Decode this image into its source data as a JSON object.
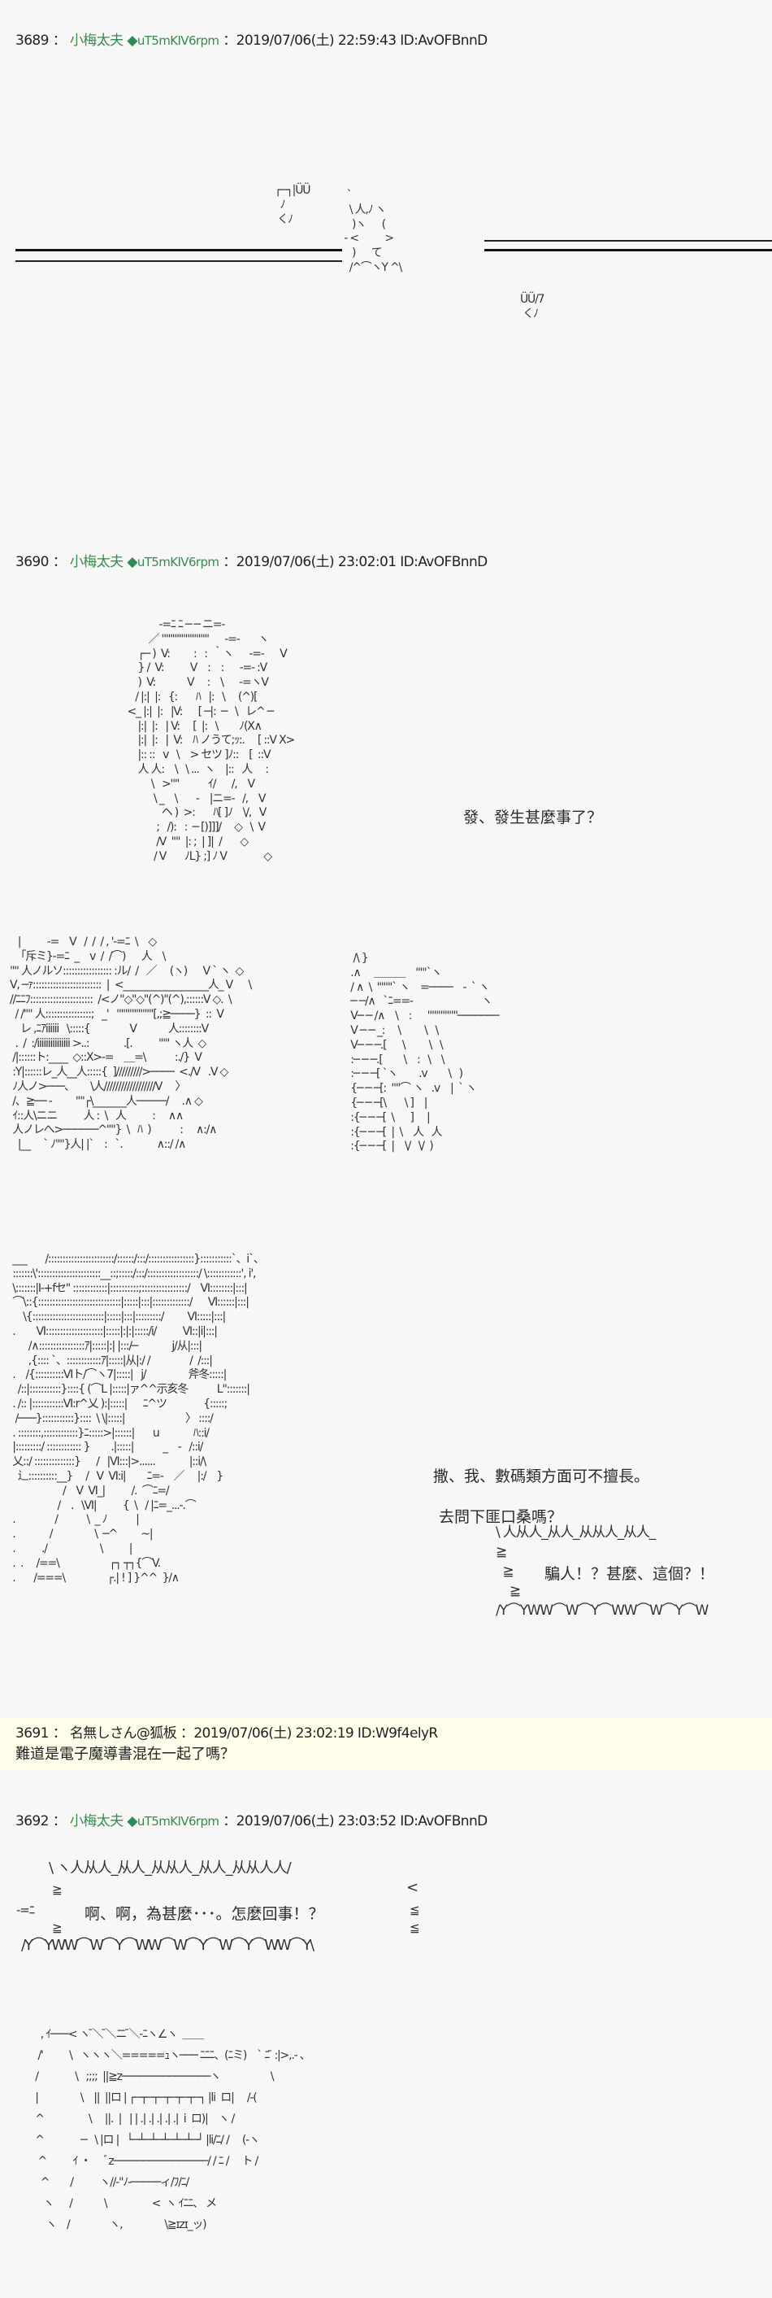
{
  "posts": [
    {
      "number": "3689",
      "sep": "：",
      "name": "小梅太夫",
      "trip_mark": "◆",
      "trip": "uT5mKIV6rpm",
      "date": "：2019/07/06(土) 22:59:43 ID:AvOFBnnD",
      "art": {
        "left_figure": [
          "┌─┐|ÜÜ",
          "  ﾉ",
          " くﾉ"
        ],
        "burst": [
          "  `",
          "   \\ 人,ﾉ ヽ",
          "    )ヽ      (",
          " - <          >",
          "    )      て",
          "   /^⌒ヽY ^\\"
        ],
        "right_figure": [
          "ÜÜ/7",
          " くﾉ"
        ]
      }
    },
    {
      "number": "3690",
      "sep": "：",
      "name": "小梅太夫",
      "trip_mark": "◆",
      "trip": "uT5mKIV6rpm",
      "date": "：2019/07/06(土) 23:02:01 ID:AvOFBnnD",
      "dialog": [
        "發、發生甚麼事了？",
        "撒、我、數碼類方面可不擅長。",
        "去問下匪口桑嗎？",
        "騙人！？甚麼、這個？！"
      ],
      "art_top": [
        "              -=ﾆ ﾆ ─ ─ ニ=-",
        "          ／ ''''''''''''''''''''''      -=-       ヽ",
        "      ┌─ )  V:         :   :  ｀ヽ      -=-      V",
        "      } /  V:          V    :    :      -=- :V",
        "      )  V:            V     :    \\      -=ヽV",
        "     / |:|  |:   {:       ﾊ   |:   \\     (^)[",
        "  <_ |:|  |:   |V:      [ ─|:  ─   \\   レ^ ─",
        "      |:|  |:   | V:     [  |:   \\        ﾉ(X∧",
        "      |:|  |:   |  V:    ﾊ ノうて;ｯ:.     [ ::V X>",
        "      |:: ::   v   \\    > セツ ]ﾉ::    [  ::V",
        "      人 人:    \\   \\ ...  ヽ    |::   人     :",
        "           \\   >''''           ｲ/      /,    V",
        "            \\ _    \\       -    |ニ=-   /,    V",
        "               ヘ )  >:       ﾊ[ ]ﾉ    \\/,   V",
        "             ;   /):   :  ─ [)]]]/     ◇   \\  V",
        "             /V  ''''  |: ;  | ]|  /       ◇",
        "            / V       ﾉL} ;] ﾉ V              ◇"
      ],
      "art_mid": [
        "   |          -=    V   /  /  / , '-=ﾆ  \\    ◇",
        "  「斥ミ}-=ﾆ  _    v  /  /⌒)      人    \\",
        "'''' 人ノルソ::::::::::::::::: :ル/  /   ／     (ヽ)      V ` ヽ  ◇",
        "V, ─ｧ::::::::::::::::::::::::  |  <__________________人_ V      \\",
        "//ﾆﾆﾌ::::::::::::::::::::::  /<ノ''◇''◇''(^)''(^),::::::V ◇.  \\",
        "  / /'''' 人::::::::::::::::;   _'   '''''''''''''''''[,;≧────}  ::  V",
        "    レ ,ﾆｱiiiiii   \\:::::{               V            人::::::::V",
        "  .  /  :/iiiiiiiiiiiiiii >..:             .[.          ''''' ヽ人  ◇",
        " /|::::::ト:____  ◇::X>-=    ＿=\\           :./}  V",
        " :Y|::::::レ_人__人:::::{  ]/////////>────  <./V   .V ◇",
        " ﾉ人ノ>───、      \\人//////////////////V     〉",
        " /、≧── -         ''''┌\\_______人─────/     .∧ ◇",
        " ｲ::人\\ニニ          人 :  \\   人          :     ∧∧",
        " 人ノレへ>──────^''''}  \\   ﾊ  )           :     ∧:/∧",
        "   |__     ` ﾉ''''}人| |`    :   `.             ∧::/ /∧"
      ],
      "art_right": [
        "  /\\ }",
        " .∧     ＿＿＿    '''''`ヽ",
        " / ∧  \\  '''''''` ヽ    =────    -  ` ヽ",
        " ─ ─/∧   `ﾆ==-                          ヽ",
        " V─ ─ /∧    \\    :      ''''''''''''''───────",
        " V ─ ─ _:     \\         \\   \\",
        " V─ ─ ─.[      \\         \\   \\",
        " :─ ─ ─.[        \\    :   \\    \\",
        " :─ ─ ─[ `ヽ        .v        \\   )",
        " {─ ─ ─[:  ''''⌒ ヽ   .v    |  ` ヽ",
        " {─ ─ ─[\\       \\ ]    |",
        " :{─ ─ ─[  \\      ]     |",
        " :{─ ─ ─[  |  \\    人   人",
        " :{─ ─ ─[  |    \\/   \\/  )"
      ],
      "art_bottom": [
        " ___       /:::::::::::::::::::::::/::::::/:::/::::::::::::::::}:::::::::::`、i`、",
        " :::::::\\'::::::::::::::::::::::__::;:::::/:::/::::::::::::::::::/ \\::::::::::::', i',",
        " \\:::::::|I-+fセ'' ::::::::::::|::::::::::;::::::::::::::::/    VI::::::::|:::|",
        " ⌒\\::{:::::::::::::::::::::::::::::|:::::|:::|:::::::::::::/      VI::::::|:::|",
        "     \\{:::::::::::::::::::::::::|:::::|:::|:::::::::/         VI:::::|:::|",
        " .        VI::::::::::::::::::::|:::::|:|:|:::::/i/          VI::|i|:::|",
        "       /∧::::::::::::::::ｱ|:::::|:| |:::/─             j/从|:::|",
        "       ,{:::: `、::::::::::::ｱ|:::::|从|:/ /               /  /:::|",
        " .    /{::::::::::VIト/⌒ヽ7|:::::|   j/                斧冬:::::|",
        "   /::|:::::::::::}::::{ (⌒L |:::::|ァ^^示亥冬           L'':::::::|",
        " . /:: |:::::::::::VI:r^乂 ):|:::::|      ﾆ^ツ              {:::::;",
        "  /───}:::::::::::}::::  \\ \\|:::::|                       〉 ::::/",
        " . ::::::::,::::::::::::}ﾆ:::::>|::::::|       u             ﾊ::i/",
        " |:::::::::/ :::::::::::: }        .|:::::|           _    -   /::i/",
        " 乂::/ ::::::::::::::}      /   |VI:::|>......             |::i/\\",
        "   ⻌::::::::::__}     /   V  VI:i|        ﾆ=-    ／     |:/    }",
        "                    /    V  VI_|          /.  ⌒ﾆ=/",
        "                  /    .   \\VI|          {  \\   / |ﾆ=_...-.⌒",
        " .               /           \\  _ ﾉ           |",
        " .             /                \\  ─^         ~|",
        " .          ./                    \\          |",
        " .  .     /==\\                   ┌┐ ┬┐{⌒V.",
        " .       /===\\                ┌.| ! ] }^^  }/∧"
      ],
      "art_bottom_right": [
        "\\ 人从人_从人_从从人_从人_",
        "≧",
        "  ≧",
        "    ≧",
        "/Y⌒YWW⌒W⌒Y⌒WW⌒W⌒Y⌒W"
      ]
    },
    {
      "number": "3691",
      "sep": "：",
      "name": "名無しさん@狐板",
      "date": "：2019/07/06(土) 23:02:19 ID:W9f4elyR",
      "body": "難道是電子魔導書混在一起了嗎？"
    },
    {
      "number": "3692",
      "sep": "：",
      "name": "小梅太夫",
      "trip_mark": "◆",
      "trip": "uT5mKIV6rpm",
      "date": "：2019/07/06(土) 23:03:52 ID:AvOFBnnD",
      "bubble": {
        "top": "\\ ヽ人从人_从人_从从人_从人_从从人人/",
        "left_marks": [
          "≧",
          "-=ﾆ",
          "≧"
        ],
        "text": "啊、啊，為甚麼･･･。怎麼回事！？",
        "right_marks": [
          "<",
          "≦",
          "≦"
        ],
        "bottom": "/Y⌒YWW⌒W⌒Y⌒WW⌒W⌒Y⌒W⌒Y⌒WW⌒Y\\"
      },
      "art": [
        "   , ｲ───< ヽ ̄＼ ̄＼ニ ̄＼-ﾆヽ∠ヽ  ＿＿",
        "  /'          \\   ヽヽヽ＼=====ｭヽ─── ﾆﾆﾆ、(ﾆミ)    ` ﾆ ̄ :|>,.- 、",
        " /              \\   ;;;;  ||≧z───────────────ヽ                   \\",
        " |                \\    ||  ||ロ | ┌─┬─┬─┬─┬─┬─┐ |li  ロ|     /-(",
        " ^                 \\     ||.  |   | | .| .| .| .| .|  i  ロ)|    ヽ /",
        " ^              ─   \\ |ロ |   └─┴─┴─┴─┴─┴─┘ |li/ﾆ/ /     (-ヽ",
        "  ^          ｲ ・     ﾞz────────────────/ / ﾆ /     ト /",
        "   ^        /          ヽ//-''ﾉ-─────ィ/ﾌ/ﾆ/      ",
        "    ヽ      /            \\                 <  ヽ ｲﾆﾆ、 メ",
        "     ヽ    /               ヽ,                \\≧ɪzɪ_ッ)"
      ]
    }
  ]
}
